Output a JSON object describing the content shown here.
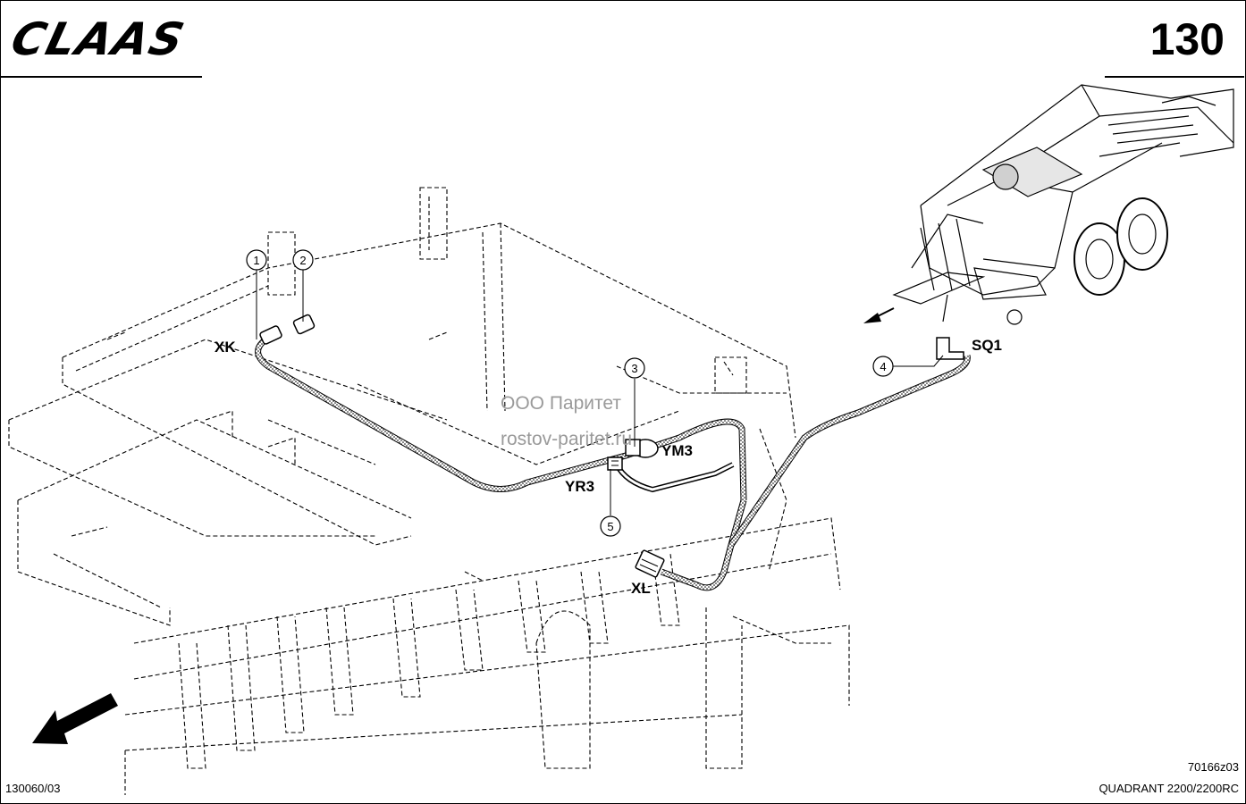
{
  "header": {
    "brand": "CLAAS",
    "page_number": "130"
  },
  "footer": {
    "reference": "130060/03",
    "drawing_code": "70166z03",
    "model": "QUADRANT 2200/2200RC"
  },
  "watermark": {
    "line1": "ООО Паритет",
    "line2": "rostov-paritet.ru"
  },
  "labels": {
    "xk": "XK",
    "xl": "XL",
    "yr3": "YR3",
    "ym3": "YM3",
    "sq1": "SQ1"
  },
  "callouts": [
    "1",
    "2",
    "3",
    "4",
    "5"
  ]
}
